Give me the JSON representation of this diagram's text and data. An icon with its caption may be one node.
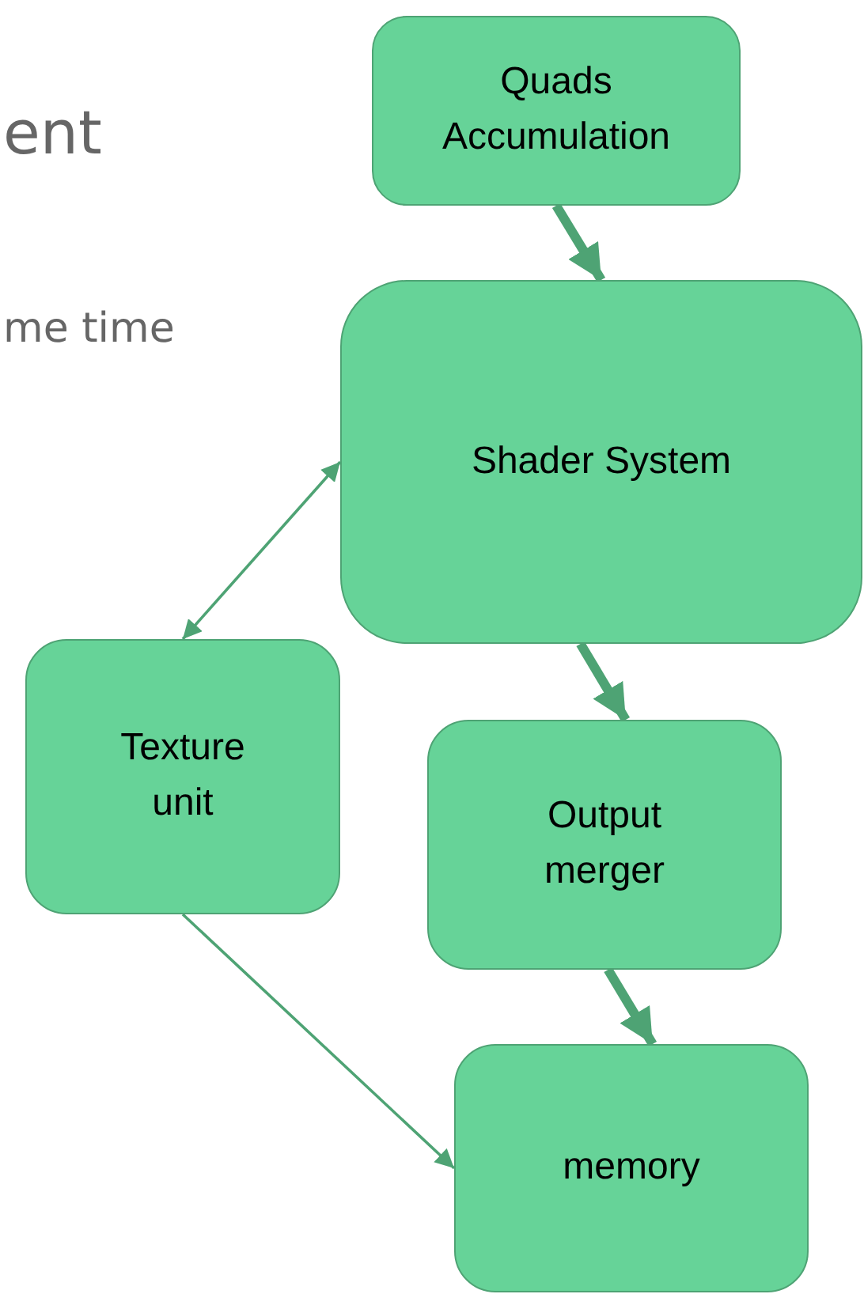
{
  "diagram": {
    "nodes": [
      {
        "text": [
          "Quads Accumulation"
        ]
      },
      {
        "text": [
          "Shader System"
        ]
      },
      {
        "text": [
          "Texture unit"
        ]
      },
      {
        "text": [
          "Output merger"
        ]
      },
      {
        "text": [
          "memory"
        ]
      }
    ],
    "edges": [
      {
        "from": 0,
        "to": 1,
        "arrow": "to"
      },
      {
        "from": 1,
        "to": 3,
        "arrow": "to"
      },
      {
        "from": 3,
        "to": 4,
        "arrow": "to"
      },
      {
        "from": 1,
        "to": 2,
        "arrow": "both"
      },
      {
        "from": 2,
        "to": 4,
        "arrow": "to"
      }
    ],
    "labels": [
      "ent",
      "me time"
    ]
  }
}
